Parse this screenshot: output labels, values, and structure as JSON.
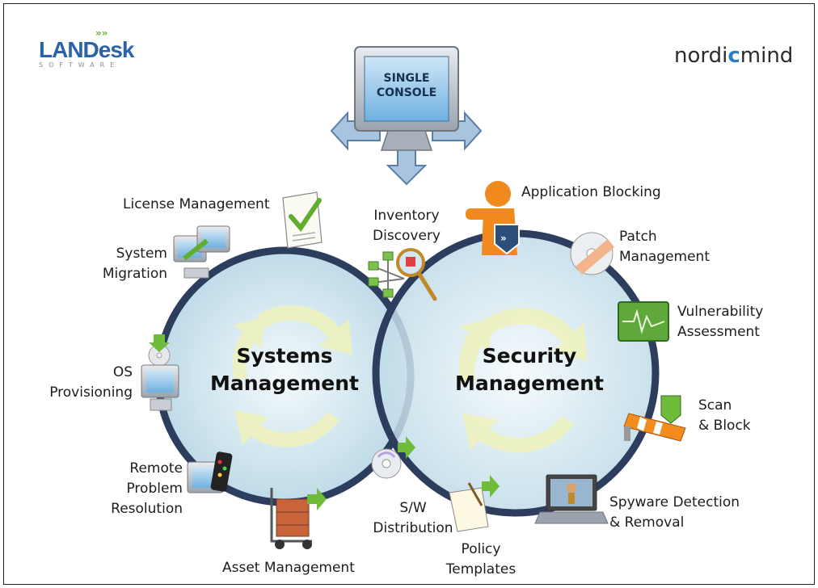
{
  "logos": {
    "left": {
      "word": "LANDesk",
      "tagline": "SOFTWARE"
    },
    "right": {
      "text_before": "nordi",
      "mark": "c",
      "text_after": "mind"
    }
  },
  "console": {
    "line1": "SINGLE",
    "line2": "CONSOLE"
  },
  "circles": {
    "systems": {
      "line1": "Systems",
      "line2": "Management"
    },
    "security": {
      "line1": "Security",
      "line2": "Management"
    }
  },
  "labels": {
    "license_management": "License Management",
    "system_migration": [
      "System",
      "Migration"
    ],
    "os_provisioning": [
      "OS",
      "Provisioning"
    ],
    "remote_problem_resolution": [
      "Remote",
      "Problem",
      "Resolution"
    ],
    "asset_management": "Asset Management",
    "inventory_discovery": [
      "Inventory",
      "Discovery"
    ],
    "sw_distribution": [
      "S/W",
      "Distribution"
    ],
    "policy_templates": [
      "Policy",
      "Templates"
    ],
    "application_blocking": "Application Blocking",
    "patch_management": [
      "Patch",
      "Management"
    ],
    "vulnerability_assessment": [
      "Vulnerability",
      "Assessment"
    ],
    "scan_block": [
      "Scan",
      "& Block"
    ],
    "spyware_detection": [
      "Spyware Detection",
      "& Removal"
    ]
  },
  "colors": {
    "ring": "#2c3d5e",
    "circle_fill": "#dcecf4",
    "arrow_fill": "#a9c4df",
    "cycle_arrow": "#f2f4c4",
    "logo_blue": "#2a63a8",
    "check_green": "#5fae2e"
  }
}
